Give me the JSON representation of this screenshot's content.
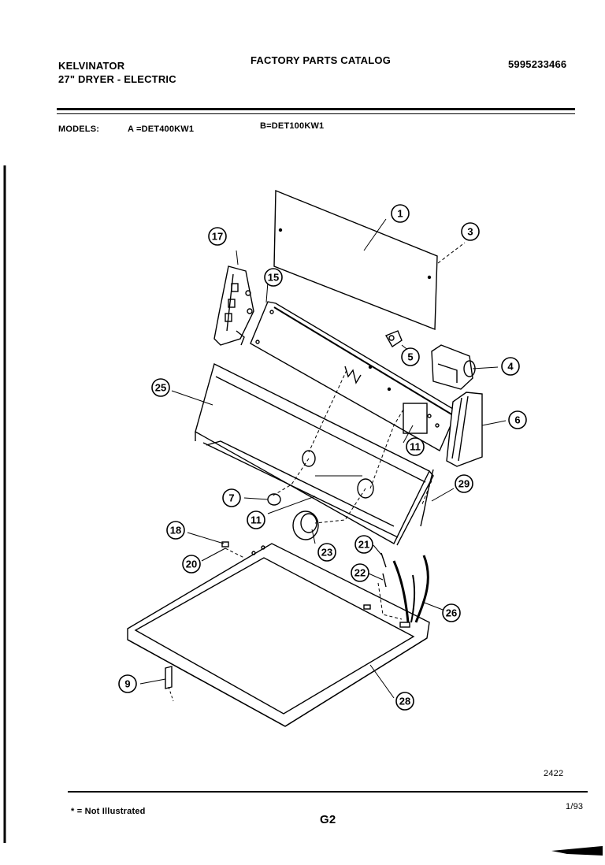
{
  "header": {
    "brand": "KELVINATOR",
    "product": "27\" DRYER - ELECTRIC",
    "catalog_title": "FACTORY PARTS CATALOG",
    "catalog_number": "5995233466"
  },
  "models": {
    "label": "MODELS:",
    "model_a": "A =DET400KW1",
    "model_b": "B=DET100KW1"
  },
  "callouts": [
    "1",
    "3",
    "4",
    "5",
    "6",
    "7",
    "9",
    "11",
    "11",
    "15",
    "17",
    "18",
    "20",
    "21",
    "22",
    "23",
    "25",
    "26",
    "28",
    "29"
  ],
  "footer": {
    "figure_number": "2422",
    "note": "* = Not Illustrated",
    "page_code": "G2",
    "date": "1/93"
  }
}
